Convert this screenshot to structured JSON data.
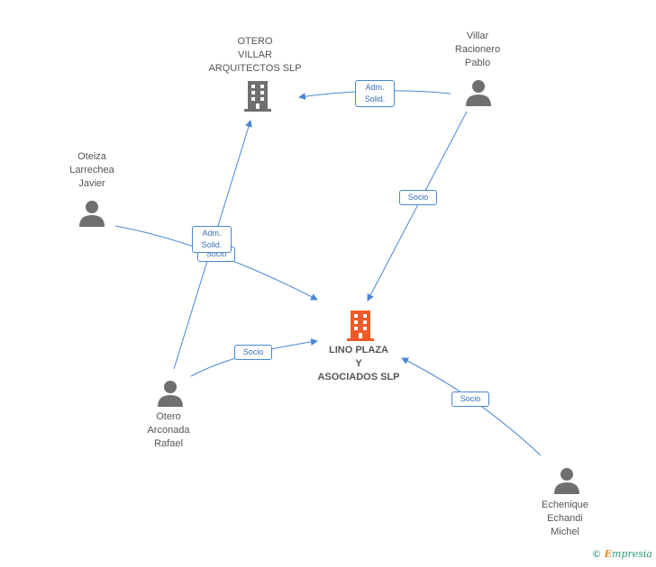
{
  "colors": {
    "edge": "#4a86d4",
    "person_icon": "#6f6f6f",
    "company_icon": "#6f6f6f",
    "main_company_icon": "#f05a28",
    "label_text": "#555555"
  },
  "nodes": {
    "otero_villar": {
      "lines": [
        "OTERO",
        "VILLAR",
        "ARQUITECTOS SLP"
      ],
      "icon": "building-icon"
    },
    "villar_racionero": {
      "lines": [
        "Villar",
        "Racionero",
        "Pablo"
      ],
      "icon": "person-icon"
    },
    "oteiza": {
      "lines": [
        "Oteiza",
        "Larrechea",
        "Javier"
      ],
      "icon": "person-icon"
    },
    "lino_plaza": {
      "lines": [
        "LINO PLAZA",
        "Y",
        "ASOCIADOS SLP"
      ],
      "icon": "building-icon"
    },
    "otero_arconada": {
      "lines": [
        "Otero",
        "Arconada",
        "Rafael"
      ],
      "icon": "person-icon"
    },
    "echenique": {
      "lines": [
        "Echenique",
        "Echandi",
        "Michel"
      ],
      "icon": "person-icon"
    }
  },
  "edges": {
    "villar_to_oterovillar": {
      "lines": [
        "Adm.",
        "Solid."
      ]
    },
    "villar_to_lino": {
      "lines": [
        "Socio"
      ]
    },
    "oteiza_to_lino": {
      "lines": [
        "Socio"
      ]
    },
    "arconada_to_oterovillar": {
      "lines": [
        "Adm.",
        "Solid."
      ]
    },
    "arconada_to_lino": {
      "lines": [
        "Socio"
      ]
    },
    "echenique_to_lino": {
      "lines": [
        "Socio"
      ]
    }
  },
  "footer": {
    "copyright": "©",
    "brand_first": "E",
    "brand_rest": "mpresia"
  }
}
